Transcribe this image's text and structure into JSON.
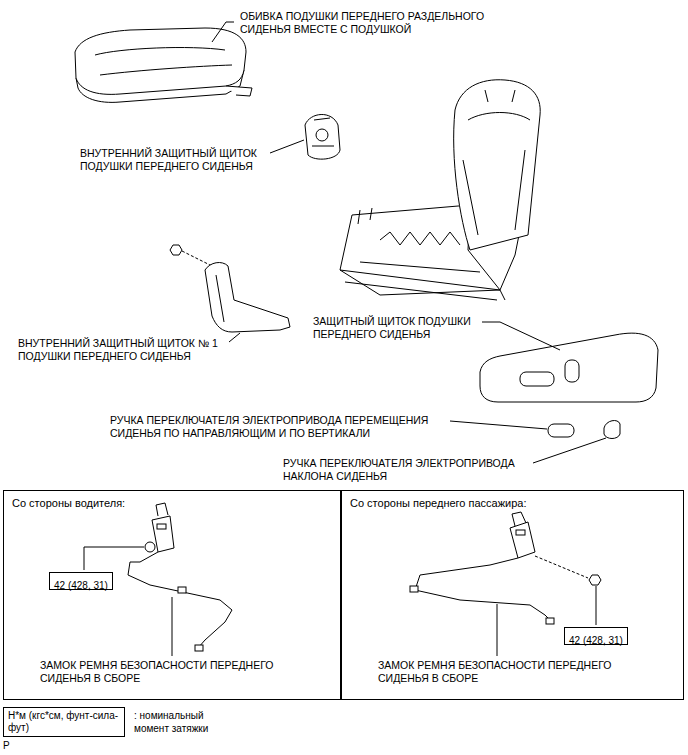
{
  "diagram": {
    "nodes": [
      {
        "text": [
          "Со стороны водителя:"
        ]
      },
      {
        "text": [
          "42 (428, 31)"
        ],
        "in": 0
      },
      {
        "text": [
          "Со стороны переднего пассажира:"
        ]
      },
      {
        "text": [
          "42 (428, 31)"
        ],
        "in": 2
      },
      {
        "text": [
          "Н*м (кгс*см, фунт-сила-фут)"
        ]
      }
    ],
    "labels": [
      "ОБИВКА ПОДУШКИ ПЕРЕДНЕГО РАЗДЕЛЬНОГО СИДЕНЬЯ ВМЕСТЕ С ПОДУШКОЙ",
      "ВНУТРЕННИЙ ЗАЩИТНЫЙ ЩИТОК ПОДУШКИ ПЕРЕДНЕГО СИДЕНЬЯ",
      "ВНУТРЕННИЙ ЗАЩИТНЫЙ ЩИТОК № 1 ПОДУШКИ ПЕРЕДНЕГО СИДЕНЬЯ",
      "ЗАЩИТНЫЙ ЩИТОК ПОДУШКИ ПЕРЕДНЕГО СИДЕНЬЯ",
      "РУЧКА ПЕРЕКЛЮЧАТЕЛЯ ЭЛЕКТРОПРИВОДА ПЕРЕМЕЩЕНИЯ СИДЕНЬЯ ПО НАПРАВЛЯЮЩИМ И ПО ВЕРТИКАЛИ",
      "РУЧКА ПЕРЕКЛЮЧАТЕЛЯ ЭЛЕКТРОПРИВОДА НАКЛОНА СИДЕНЬЯ",
      "ЗАМОК РЕМНЯ БЕЗОПАСНОСТИ ПЕРЕДНЕГО СИДЕНЬЯ В СБОРЕ",
      "ЗАМОК РЕМНЯ БЕЗОПАСНОСТИ ПЕРЕДНЕГО СИДЕНЬЯ В СБОРЕ",
      ": номинальный момент затяжки",
      "P"
    ]
  }
}
